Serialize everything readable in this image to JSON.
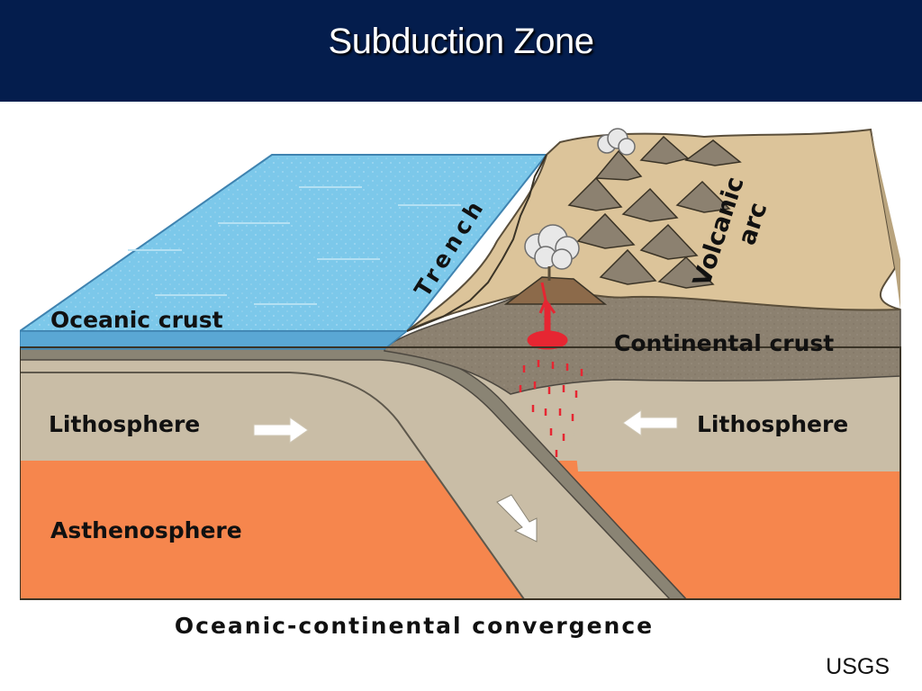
{
  "slide": {
    "title": "Subduction Zone",
    "caption": "Oceanic-continental convergence",
    "credit": "USGS"
  },
  "diagram": {
    "labels": {
      "oceanic_crust": "Oceanic crust",
      "trench": "Trench",
      "volcanic": "Volcanic",
      "arc": "arc",
      "continental_crust": "Continental crust",
      "lithosphere_left": "Lithosphere",
      "lithosphere_right": "Lithosphere",
      "asthenosphere": "Asthenosphere"
    },
    "colors": {
      "title_bar": "#041d4d",
      "ocean_water": "#7cc8ea",
      "ocean_front": "#5aa7d4",
      "land_surface": "#dcc49a",
      "continental_crust": "#8c8170",
      "lithosphere": "#c9bda6",
      "oceanic_plate": "#8a8474",
      "asthenosphere": "#f6864d",
      "magma": "#e62632",
      "arrow": "#ffffff"
    }
  }
}
